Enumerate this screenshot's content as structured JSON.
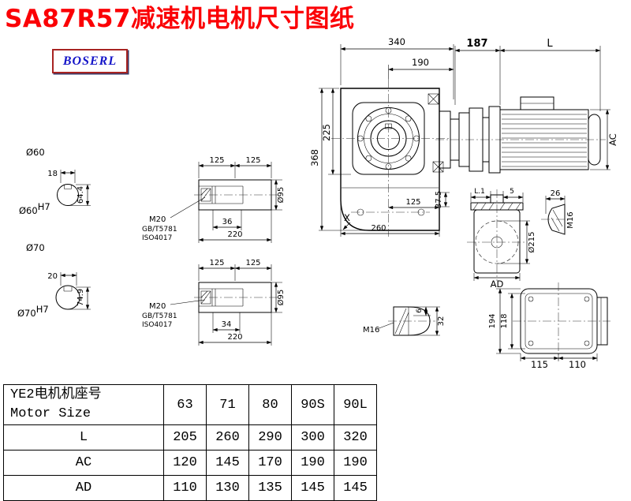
{
  "page": {
    "title": "SA87R57减速机电机尺寸图纸",
    "brand": "BOSERL"
  },
  "views": {
    "shaft_end_60": {
      "dia": "Ø60",
      "key_width": "18",
      "height": "64.4",
      "bore": "Ø60",
      "tol": "H7"
    },
    "shaft_end_70": {
      "dia": "Ø70",
      "key_width": "20",
      "height": "74.9",
      "bore": "Ø70",
      "tol": "H7"
    },
    "shaft_top": {
      "seg1": "125",
      "seg2": "125",
      "bolt": "M20",
      "std1": "GB/T5781",
      "std2": "ISO4017",
      "stub": "36",
      "total": "220",
      "dia": "Ø95"
    },
    "shaft_bottom": {
      "seg1": "125",
      "seg2": "125",
      "bolt": "M20",
      "std1": "GB/T5781",
      "std2": "ISO4017",
      "stub": "34",
      "total": "220",
      "dia": "Ø95"
    },
    "front": {
      "overall_w": "340",
      "flange_w": "190",
      "overall_h": "368",
      "upper_h": "225",
      "foot_h": "37.5",
      "foot_w1": "125",
      "foot_w2": "260",
      "section": "X"
    },
    "motor": {
      "adapter_len": "187",
      "motor_len": "L",
      "motor_dia": "AC"
    },
    "side": {
      "l1": "L.1",
      "gap": "5",
      "flange_dia": "Ø215",
      "ad": "AD"
    },
    "plug": {
      "len": "26",
      "thread": "M16"
    },
    "key": {
      "depth": "6",
      "width": "32",
      "thread": "M16"
    },
    "rear": {
      "h1": "194",
      "h2": "118",
      "w1": "115",
      "w2": "110"
    }
  },
  "table": {
    "header_cn": "YE2电机机座号",
    "header_en": "Motor Size",
    "sizes": [
      "63",
      "71",
      "80",
      "90S",
      "90L"
    ],
    "rows": [
      {
        "label": "L",
        "values": [
          "205",
          "260",
          "290",
          "300",
          "320"
        ]
      },
      {
        "label": "AC",
        "values": [
          "120",
          "145",
          "170",
          "190",
          "190"
        ]
      },
      {
        "label": "AD",
        "values": [
          "110",
          "130",
          "135",
          "145",
          "145"
        ]
      }
    ]
  }
}
